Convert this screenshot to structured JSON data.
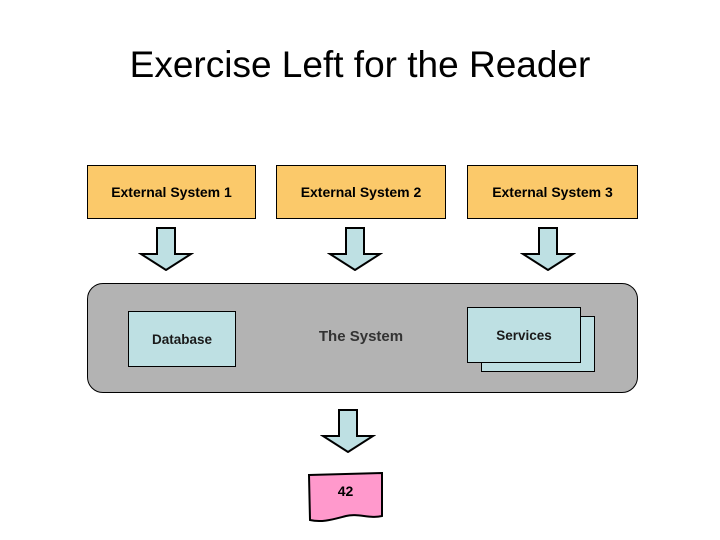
{
  "slide": {
    "title": "Exercise Left for the Reader",
    "background_color": "#ffffff"
  },
  "palette": {
    "external_box_fill": "#FBC96A",
    "arrow_fill": "#BEE0E3",
    "system_container_fill": "#B3B3B3",
    "component_fill": "#BEE0E3",
    "document_fill": "#FF99CC",
    "outline": "#000000",
    "text": "#000000"
  },
  "external_systems": [
    {
      "label": "External System 1"
    },
    {
      "label": "External System 2"
    },
    {
      "label": "External System 3"
    }
  ],
  "arrows": [
    {
      "name": "arrow-from-external-system-1",
      "direction": "down"
    },
    {
      "name": "arrow-from-external-system-2",
      "direction": "down"
    },
    {
      "name": "arrow-from-external-system-3",
      "direction": "down"
    },
    {
      "name": "arrow-system-output",
      "direction": "down"
    }
  ],
  "system": {
    "label": "The System",
    "components": [
      {
        "name": "database",
        "label": "Database"
      },
      {
        "name": "services",
        "label": "Services",
        "stacked": true
      }
    ]
  },
  "output": {
    "label": "42",
    "shape": "document"
  }
}
